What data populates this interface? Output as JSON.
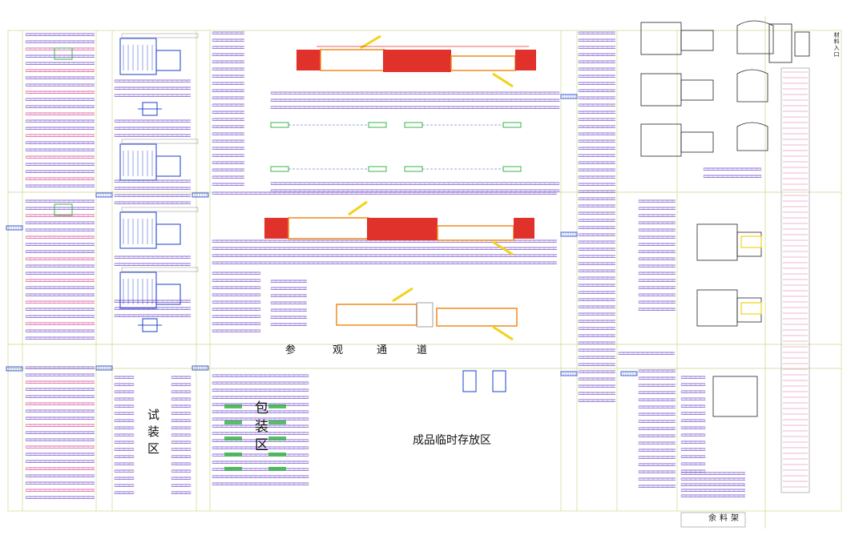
{
  "labels": {
    "visit_aisle": [
      "参",
      "观",
      "通",
      "道"
    ],
    "trial_assembly": "试装区",
    "packing": "包装区",
    "finished_storage": "成品临时存放区",
    "leftover_rack": "余料架",
    "raw_material_in": "材料入口"
  },
  "colors": {
    "rack_purple": "#8e6bd6",
    "rack_pink": "#e06aa6",
    "line_red": "#e0322b",
    "line_orange": "#f08a1c",
    "line_yellow": "#f2d21b",
    "machine_blue": "#2f4fd0",
    "machine_green": "#39b54a",
    "grid_line": "#c9d98a",
    "conveyor_gray": "#8a8a8a"
  }
}
